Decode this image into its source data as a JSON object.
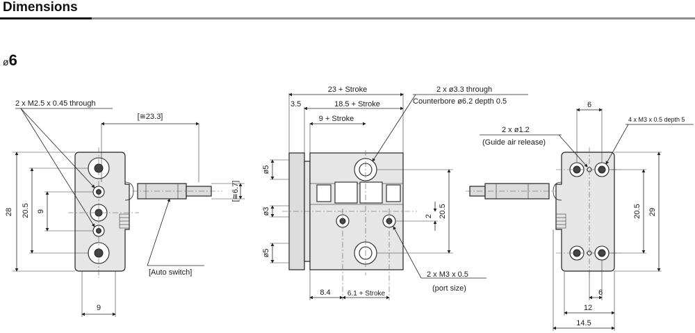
{
  "header": {
    "title": "Dimensions"
  },
  "section": {
    "diameter_symbol": "ø",
    "size": "6"
  },
  "left_view": {
    "callout_through": "2 x M2.5 x 0.45 through",
    "dim_switch_length": "[≅23.3]",
    "dim_switch_height": "[≅6.7]",
    "dim_height": "28",
    "dim_pitch": "20.5",
    "dim_inner": "9",
    "dim_bottom": "9",
    "auto_switch_label": "[Auto switch]"
  },
  "center_view": {
    "dim_total": "23 + Stroke",
    "dim_flange": "3.5",
    "dim_body": "18.5 + Stroke",
    "dim_port_pitch": "9 + Stroke",
    "callout_counterbore_1": "2 x ø3.3 through",
    "callout_counterbore_2": "Counterbore ø6.2 depth 0.5",
    "dim_top_hole": "ø5",
    "dim_mid_hole": "ø3",
    "dim_bot_hole": "ø5",
    "dim_pitch": "20.5",
    "dim_offset": "2",
    "dim_port_x": "8.4",
    "dim_port_stroke": "6.1 + Stroke",
    "callout_port_1": "2 x M3 x 0.5",
    "callout_port_2": "(port size)"
  },
  "right_view": {
    "dim_top": "6",
    "callout_tap": "4 x M3 x 0.5 depth 5",
    "callout_guide_1": "2 x ø1.2",
    "callout_guide_2": "(Guide air release)",
    "dim_pitch": "20.5",
    "dim_height": "29",
    "dim_bottom_6": "6",
    "dim_bottom_12": "12",
    "dim_bottom_14": "14.5"
  }
}
